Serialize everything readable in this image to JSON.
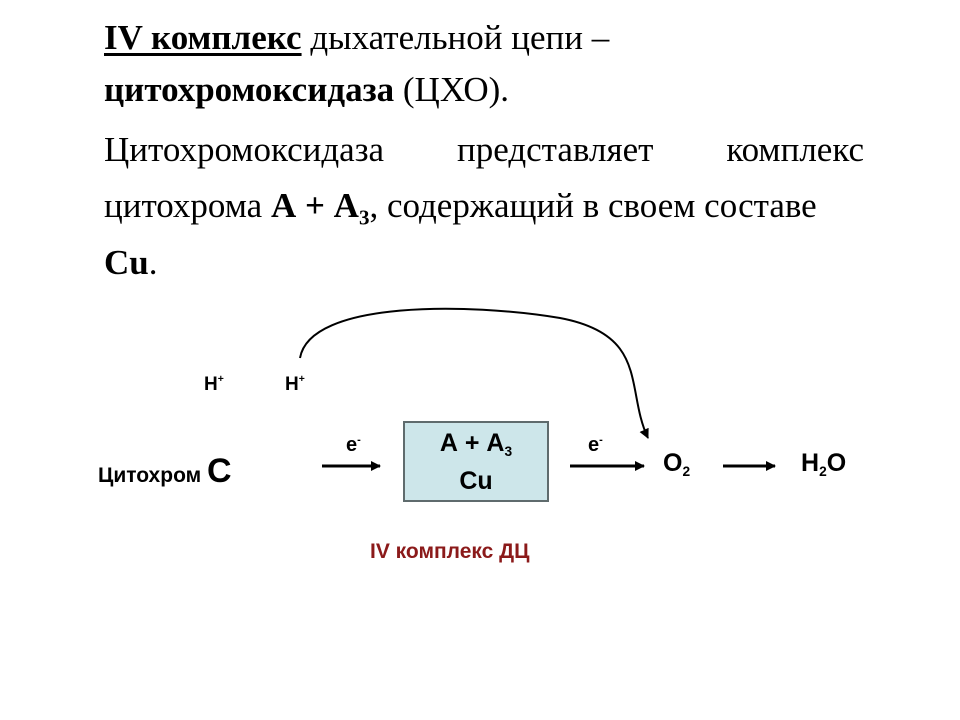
{
  "heading": {
    "part1": "IV комплекс",
    "part2": " дыхательной цепи –",
    "part3": "цитохромоксидаза",
    "part4": " (ЦХО)."
  },
  "paragraph": {
    "word1": "Цитохромоксидаза",
    "word2": "представляет",
    "word3": "комплекс",
    "line2_a": "цитохрома ",
    "line2_b": "А + А",
    "line2_sub": "3",
    "line2_c": ", содержащий в своем составе",
    "line3_a": "Cu",
    "line3_b": "."
  },
  "diagram": {
    "proton1": "H",
    "proton2": "H",
    "proton_charge": "+",
    "cytochrome_label": "Цитохром ",
    "cytochrome_letter": "С",
    "electron1": "e",
    "electron2": "e",
    "electron_charge": "-",
    "box_line1_a": "А + А",
    "box_line1_sub": "3",
    "box_line2": "Cu",
    "oxygen": "O",
    "oxygen_sub": "2",
    "water_h": "H",
    "water_sub": "2",
    "water_o": "O",
    "caption": "IV комплекс ДЦ",
    "caption_color": "#8b1a1a",
    "box_fill": "#cde6ea"
  }
}
